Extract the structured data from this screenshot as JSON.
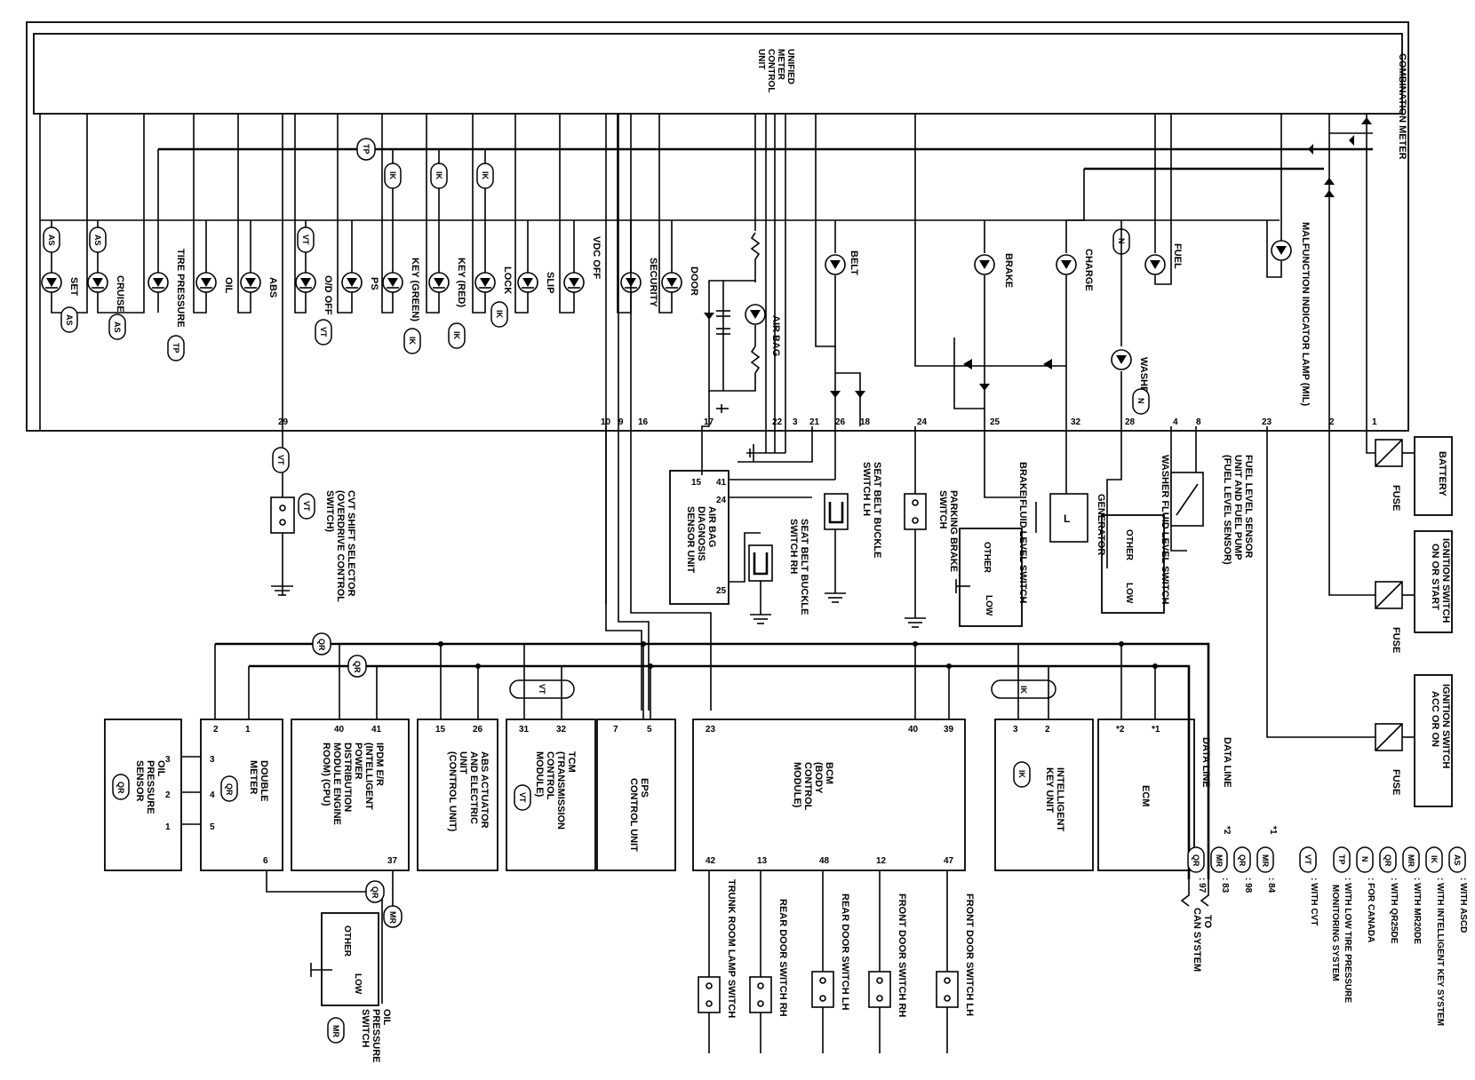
{
  "combination_meter": {
    "title": "COMBINATION METER",
    "unit_label": [
      "UNIFIED",
      "METER",
      "CONTROL",
      "UNIT"
    ],
    "lamps": [
      {
        "id": "set",
        "label": "SET",
        "tag": "AS"
      },
      {
        "id": "cruise",
        "label": "CRUISE",
        "tag": "AS"
      },
      {
        "id": "tire-pressure",
        "label": "TIRE PRESSURE",
        "tag": "TP"
      },
      {
        "id": "oil",
        "label": "OIL",
        "tag": ""
      },
      {
        "id": "abs",
        "label": "ABS",
        "tag": ""
      },
      {
        "id": "od-off",
        "label": "O/D OFF",
        "tag": "VT"
      },
      {
        "id": "ps",
        "label": "PS",
        "tag": ""
      },
      {
        "id": "key-green",
        "label": "KEY (GREEN)",
        "tag": "IK"
      },
      {
        "id": "key-red",
        "label": "KEY (RED)",
        "tag": "IK"
      },
      {
        "id": "lock",
        "label": "LOCK",
        "tag": "IK"
      },
      {
        "id": "slip",
        "label": "SLIP",
        "tag": ""
      },
      {
        "id": "vdc-off",
        "label": "VDC OFF",
        "tag": ""
      },
      {
        "id": "security",
        "label": "SECURITY",
        "tag": ""
      },
      {
        "id": "door",
        "label": "DOOR",
        "tag": ""
      },
      {
        "id": "air-bag",
        "label": "AIR BAG",
        "tag": ""
      },
      {
        "id": "belt",
        "label": "BELT",
        "tag": ""
      },
      {
        "id": "brake",
        "label": "BRAKE",
        "tag": ""
      },
      {
        "id": "charge",
        "label": "CHARGE",
        "tag": ""
      },
      {
        "id": "washer",
        "label": "WASHER",
        "tag": "N"
      },
      {
        "id": "fuel",
        "label": "FUEL",
        "tag": ""
      },
      {
        "id": "mil",
        "label": "MALFUNCTION INDICATOR LAMP (MIL)",
        "tag": ""
      }
    ],
    "line_tags": [
      "TP",
      "IK",
      "IK",
      "IK",
      "AS",
      "AS",
      "VT",
      "N"
    ],
    "terminals": [
      "29",
      "10",
      "9",
      "16",
      "17",
      "22",
      "3",
      "21",
      "26",
      "18",
      "24",
      "25",
      "32",
      "28",
      "4",
      "8",
      "23",
      "2",
      "1"
    ]
  },
  "power": {
    "battery": "BATTERY",
    "ign_on_start": [
      "IGNITION SWITCH",
      "ON OR START"
    ],
    "ign_acc_on": [
      "IGNITION SWITCH",
      "ACC OR ON"
    ],
    "fuse": "FUSE"
  },
  "components": {
    "fuel_level_sensor": [
      "FUEL LEVEL SENSOR",
      "UNIT AND FUEL PUMP",
      "(FUEL LEVEL SENSOR)"
    ],
    "washer_fluid": "WASHER FLUID LEVEL SWITCH",
    "generator": "GENERATOR",
    "generator_terminal": "L",
    "brake_fluid": "BRAKE FLUID LEVEL SWITCH",
    "parking_brake": [
      "PARKING BRAKE",
      "SWITCH"
    ],
    "seat_belt_lh": [
      "SEAT BELT BUCKLE",
      "SWITCH LH"
    ],
    "seat_belt_rh": [
      "SEAT BELT BUCKLE",
      "SWITCH RH"
    ],
    "airbag_unit": [
      "AIR BAG",
      "DIAGNOSIS",
      "SENSOR UNIT"
    ],
    "airbag_terminals": [
      "41",
      "15",
      "24",
      "25"
    ],
    "cvt_switch": [
      "CVT SHIFT SELECTOR",
      "(OVERDRIVE CONTROL",
      "SWITCH)"
    ],
    "switch_other": "OTHER",
    "switch_low": "LOW"
  },
  "modules": [
    {
      "id": "oil-pressure-sensor",
      "lines": [
        "OIL",
        "PRESSURE",
        "SENSOR"
      ],
      "tag": "QR",
      "pins": [
        "3",
        "2",
        "1"
      ]
    },
    {
      "id": "double-meter",
      "lines": [
        "DOUBLE",
        "METER"
      ],
      "tag": "QR",
      "pins": [
        "2",
        "1",
        "3",
        "4",
        "5",
        "6"
      ]
    },
    {
      "id": "ipdm",
      "lines": [
        "IPDM E/R",
        "(INTELLIGENT",
        "POWER",
        "DISTRIBUTION",
        "MODULE ENGINE",
        "ROOM) (CPU)"
      ],
      "tag": "",
      "pins": [
        "40",
        "41",
        "37"
      ]
    },
    {
      "id": "abs-actuator",
      "lines": [
        "ABS ACTUATOR",
        "AND ELECTRIC",
        "UNIT",
        "(CONTROL UNIT)"
      ],
      "tag": "",
      "pins": [
        "15",
        "26"
      ]
    },
    {
      "id": "tcm",
      "lines": [
        "TCM",
        "(TRANSMISSION",
        "CONTROL",
        "MODULE)"
      ],
      "tag": "VT",
      "pins": [
        "31",
        "32"
      ]
    },
    {
      "id": "eps",
      "lines": [
        "EPS",
        "CONTROL UNIT"
      ],
      "tag": "",
      "pins": [
        "7",
        "5"
      ]
    },
    {
      "id": "bcm",
      "lines": [
        "BCM",
        "(BODY",
        "CONTROL",
        "MODULE)"
      ],
      "tag": "",
      "pins": [
        "23",
        "40",
        "39",
        "42",
        "13",
        "48",
        "12",
        "47"
      ]
    },
    {
      "id": "intelligent-key",
      "lines": [
        "INTELLIGENT",
        "KEY UNIT"
      ],
      "tag": "IK",
      "pins": [
        "3",
        "2"
      ]
    },
    {
      "id": "ecm",
      "lines": [
        "ECM"
      ],
      "tag": "",
      "pins": [
        "*2",
        "*1"
      ]
    }
  ],
  "door_switches": [
    {
      "id": "trunk",
      "label": "TRUNK ROOM LAMP SWITCH"
    },
    {
      "id": "rear-rh",
      "label": "REAR DOOR SWITCH RH"
    },
    {
      "id": "rear-lh",
      "label": "REAR DOOR SWITCH LH"
    },
    {
      "id": "front-rh",
      "label": "FRONT DOOR SWITCH RH"
    },
    {
      "id": "front-lh",
      "label": "FRONT DOOR SWITCH LH"
    }
  ],
  "oil_pressure_switch": {
    "lines": [
      "OIL",
      "PRESSURE",
      "SWITCH"
    ],
    "tag": "MR"
  },
  "bus_tags": [
    "QR",
    "QR",
    "VT",
    "IK",
    "QR",
    "MR"
  ],
  "can": {
    "data_line_1": "DATA LINE",
    "data_line_2": "DATA LINE",
    "to": [
      "TO",
      "CAN SYSTEM"
    ]
  },
  "legend": {
    "items": [
      {
        "code": "AS",
        "text": ": WITH ASCD"
      },
      {
        "code": "IK",
        "text": ": WITH INTELLIGENT KEY SYSTEM"
      },
      {
        "code": "MR",
        "text": ": WITH MR20DE"
      },
      {
        "code": "QR",
        "text": ": WITH QR25DE"
      },
      {
        "code": "N",
        "text": ": FOR CANADA"
      },
      {
        "code": "TP",
        "text": ": WITH LOW TIRE PRESSURE"
      },
      {
        "code": "",
        "text": "MONITORING SYSTEM"
      },
      {
        "code": "VT",
        "text": ": WITH CVT"
      }
    ],
    "star1": "*1",
    "star1_items": [
      {
        "code": "MR",
        "text": ": 84"
      },
      {
        "code": "QR",
        "text": ": 98"
      }
    ],
    "star2": "*2",
    "star2_items": [
      {
        "code": "MR",
        "text": ": 83"
      },
      {
        "code": "QR",
        "text": ": 97"
      }
    ]
  }
}
